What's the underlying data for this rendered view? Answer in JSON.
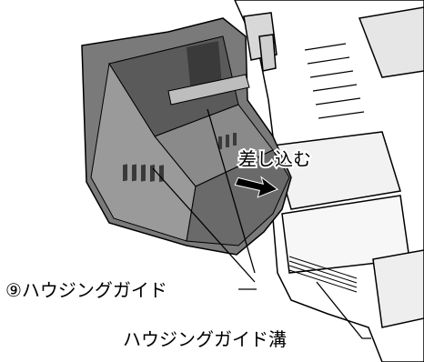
{
  "labels": {
    "insert": "差し込む",
    "guide": "⑨ハウジングガイド",
    "groove": "ハウジングガイド溝"
  },
  "colors": {
    "housing_dark": "#5a5a5a",
    "housing_mid": "#8a8a8a",
    "housing_light": "#bdbdbd",
    "line": "#000000",
    "background": "#ffffff"
  }
}
